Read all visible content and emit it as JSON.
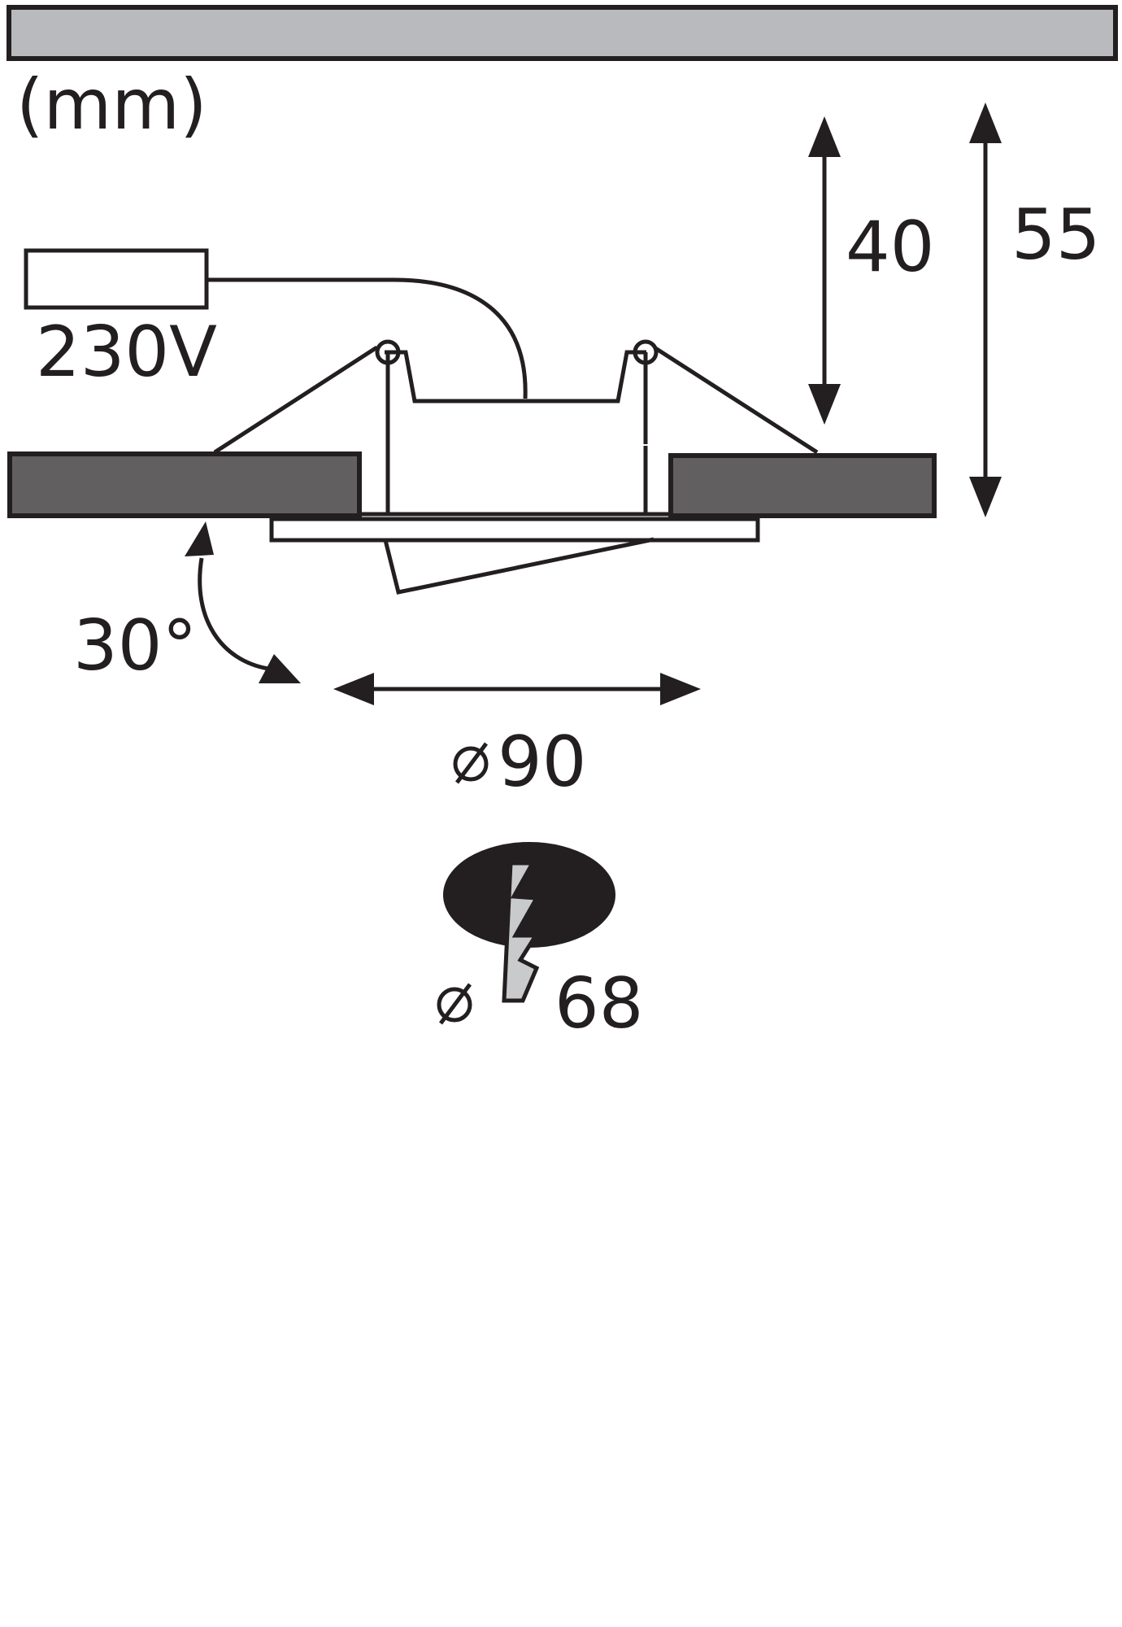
{
  "unit_label": "(mm)",
  "voltage_label": "230V",
  "height_inner_label": "40",
  "height_total_label": "55",
  "tilt_label": "30°",
  "outer_diameter_label": "90",
  "cutout_diameter_label": "68",
  "colors": {
    "stroke": "#231f20",
    "ceiling_bar": "#b8babd",
    "ceiling_panel": "#625f61",
    "bolt": "#c9cacc"
  },
  "icons": [
    "diameter-icon",
    "lightning-bolt-icon"
  ]
}
